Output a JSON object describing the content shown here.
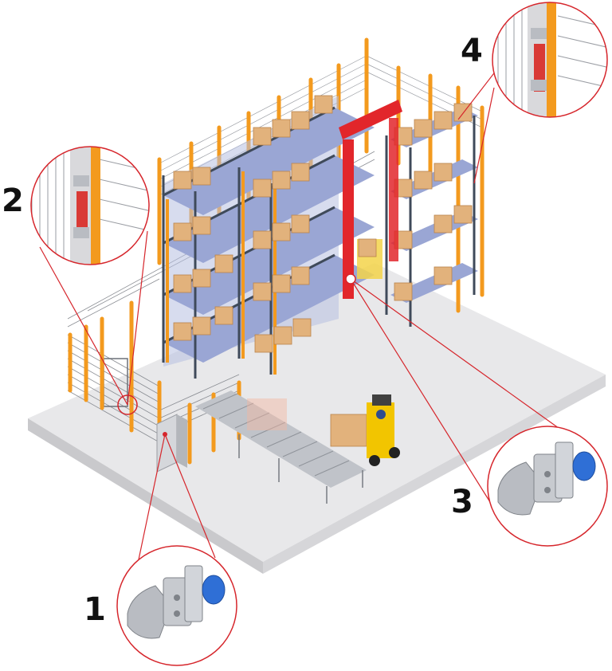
{
  "callouts": [
    {
      "number": "1",
      "subject": "lock-mechanism"
    },
    {
      "number": "2",
      "subject": "door-sensor"
    },
    {
      "number": "3",
      "subject": "lock-mechanism"
    },
    {
      "number": "4",
      "subject": "door-sensor"
    }
  ],
  "colors": {
    "floor": "#e8e8ea",
    "floor_side": "#c9c9cc",
    "upright_orange": "#f39a1e",
    "rack_frame": "#3f4a5a",
    "shelf_deck": "#9aa6d4",
    "box": "#e2b27c",
    "box_shade": "#c98e53",
    "crane_red": "#e2262b",
    "callout_red": "#d6262c",
    "sensor_red": "#d93a36",
    "metal": "#b9bcc2",
    "lock_blue": "#2f6fd6",
    "forklift_yellow": "#f2c500"
  }
}
